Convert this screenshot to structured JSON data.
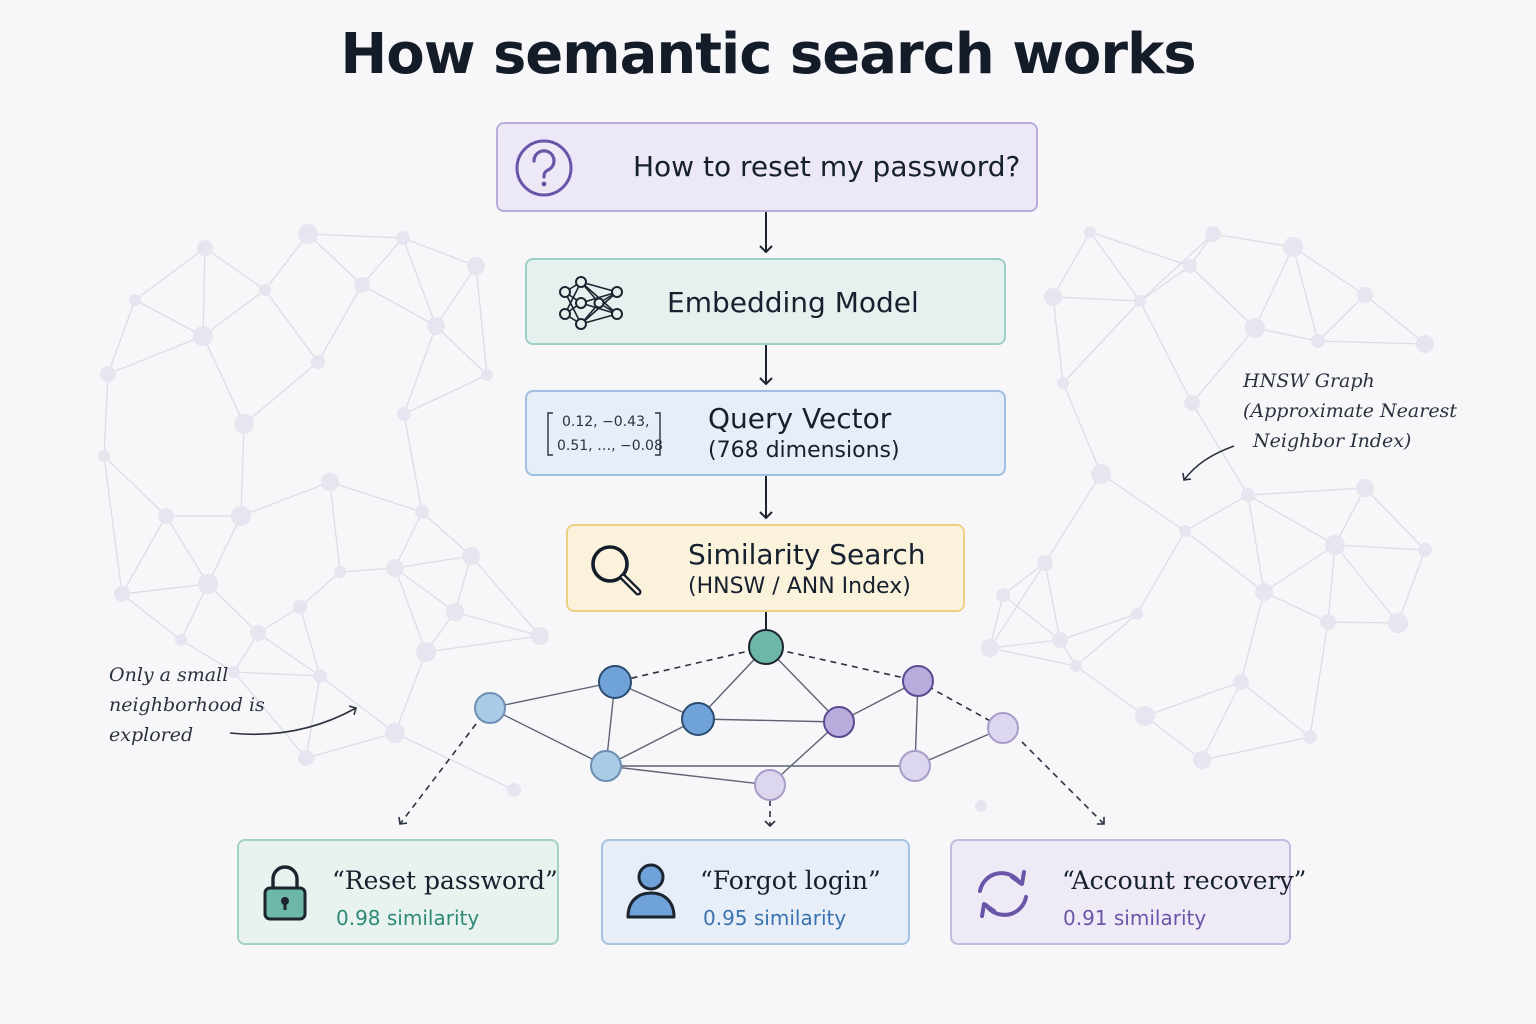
{
  "title": "How semantic search works",
  "pipeline": {
    "query": "How to reset my password?",
    "model": "Embedding Model",
    "vector": {
      "label": "Query Vector",
      "dims": "(768 dimensions)",
      "line1": "0.12, −0.43,",
      "line2": "0.51, …, −0.08"
    },
    "search": {
      "label": "Similarity Search",
      "sub": "(HNSW / ANN Index)"
    }
  },
  "annotations": {
    "graph": [
      "HNSW Graph",
      "(Approximate Nearest",
      "Neighbor Index)"
    ],
    "neighborhood": [
      "Only a small",
      "neighborhood is",
      "explored"
    ]
  },
  "results": [
    {
      "title": "“Reset password”",
      "score": "0.98 similarity",
      "icon": "lock-icon",
      "color": "#2e8a76"
    },
    {
      "title": "“Forgot login”",
      "score": "0.95 similarity",
      "icon": "user-icon",
      "color": "#3a72b0"
    },
    {
      "title": "“Account recovery”",
      "score": "0.91 similarity",
      "icon": "refresh-icon",
      "color": "#6a55a8"
    }
  ]
}
